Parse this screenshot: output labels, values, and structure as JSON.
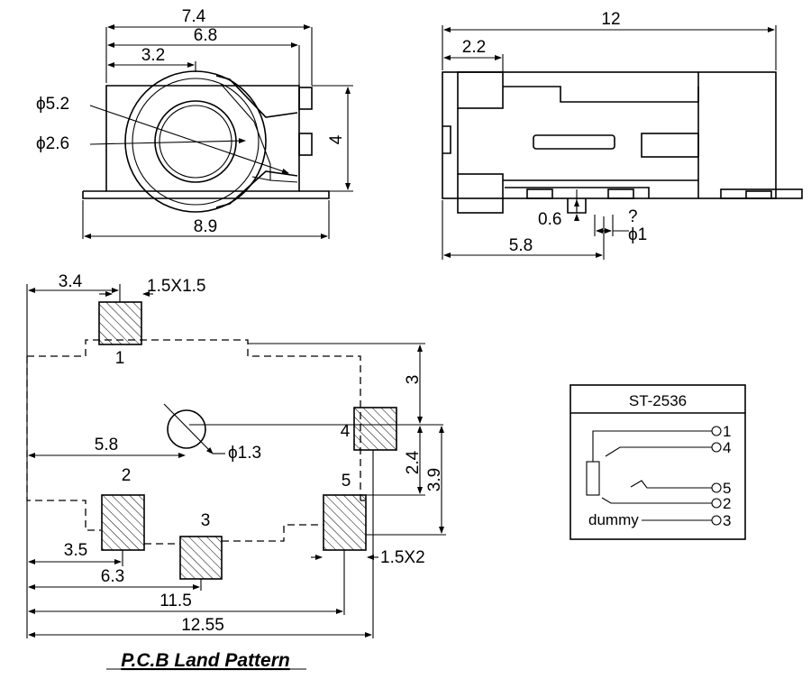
{
  "front_view": {
    "dim_7_4": "7.4",
    "dim_6_8": "6.8",
    "dim_3_2": "3.2",
    "dim_phi_5_2": "ϕ5.2",
    "dim_phi_2_6": "ϕ2.6",
    "dim_4": "4",
    "dim_8_9": "8.9"
  },
  "side_view": {
    "dim_12": "12",
    "dim_2_2": "2.2",
    "dim_0_6": "0.6",
    "dim_q": "?",
    "dim_phi_1": "ϕ1",
    "dim_5_8": "5.8"
  },
  "pcb": {
    "dim_3_4": "3.4",
    "dim_1_5x1_5": "1.5X1.5",
    "pad_1": "1",
    "dim_3": "3",
    "pad_4": "4",
    "dim_5_8": "5.8",
    "dim_phi_1_3": "ϕ1.3",
    "dim_2_4": "2.4",
    "dim_3_9": "3.9",
    "pad_2": "2",
    "pad_5": "5",
    "pad_3": "3",
    "dim_3_5": "3.5",
    "dim_1_5x2": "1.5X2",
    "dim_6_3": "6.3",
    "dim_11_5": "11.5",
    "dim_12_55": "12.55",
    "title": "P.C.B Land Pattern"
  },
  "schematic": {
    "title": "ST-2536",
    "pin_1": "1",
    "pin_4": "4",
    "pin_5": "5",
    "pin_2": "2",
    "pin_3": "3",
    "dummy": "dummy"
  }
}
